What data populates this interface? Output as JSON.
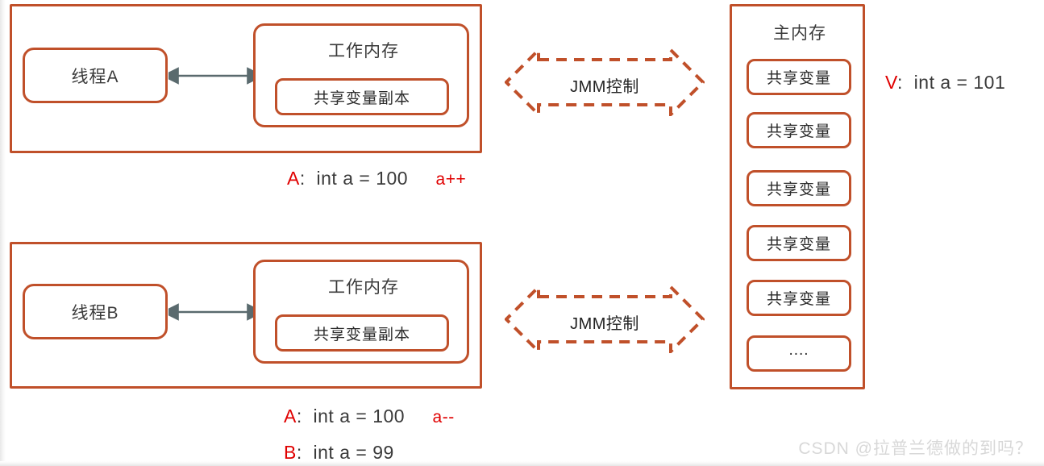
{
  "diagram": {
    "title": "Java Memory Model (JMM) thread working-memory diagram",
    "accent_color": "#c0502a",
    "arrow_color": "#5a6a6e",
    "highlight_color": "#e00000",
    "threads": [
      {
        "id": "thread-a",
        "thread_label": "线程A",
        "working_memory_label": "工作内存",
        "shared_copy_label": "共享变量副本",
        "bridge_label": "JMM控制",
        "equations": [
          {
            "tag": "A",
            "sep": ":",
            "expr": "int a = 100",
            "op": "a++"
          }
        ]
      },
      {
        "id": "thread-b",
        "thread_label": "线程B",
        "working_memory_label": "工作内存",
        "shared_copy_label": "共享变量副本",
        "bridge_label": "JMM控制",
        "equations": [
          {
            "tag": "A",
            "sep": ":",
            "expr": "int a = 100",
            "op": "a--"
          },
          {
            "tag": "B",
            "sep": ":",
            "expr": "int a = 99",
            "op": ""
          }
        ]
      }
    ],
    "main_memory": {
      "title": "主内存",
      "slots": [
        {
          "label": "共享变量"
        },
        {
          "label": "共享变量"
        },
        {
          "label": "共享变量"
        },
        {
          "label": "共享变量"
        },
        {
          "label": "共享变量"
        },
        {
          "label": "...."
        }
      ],
      "value_note": {
        "tag": "V",
        "sep": ":",
        "expr": "int a = 101"
      }
    },
    "watermark": "CSDN @拉普兰德做的到吗？"
  }
}
